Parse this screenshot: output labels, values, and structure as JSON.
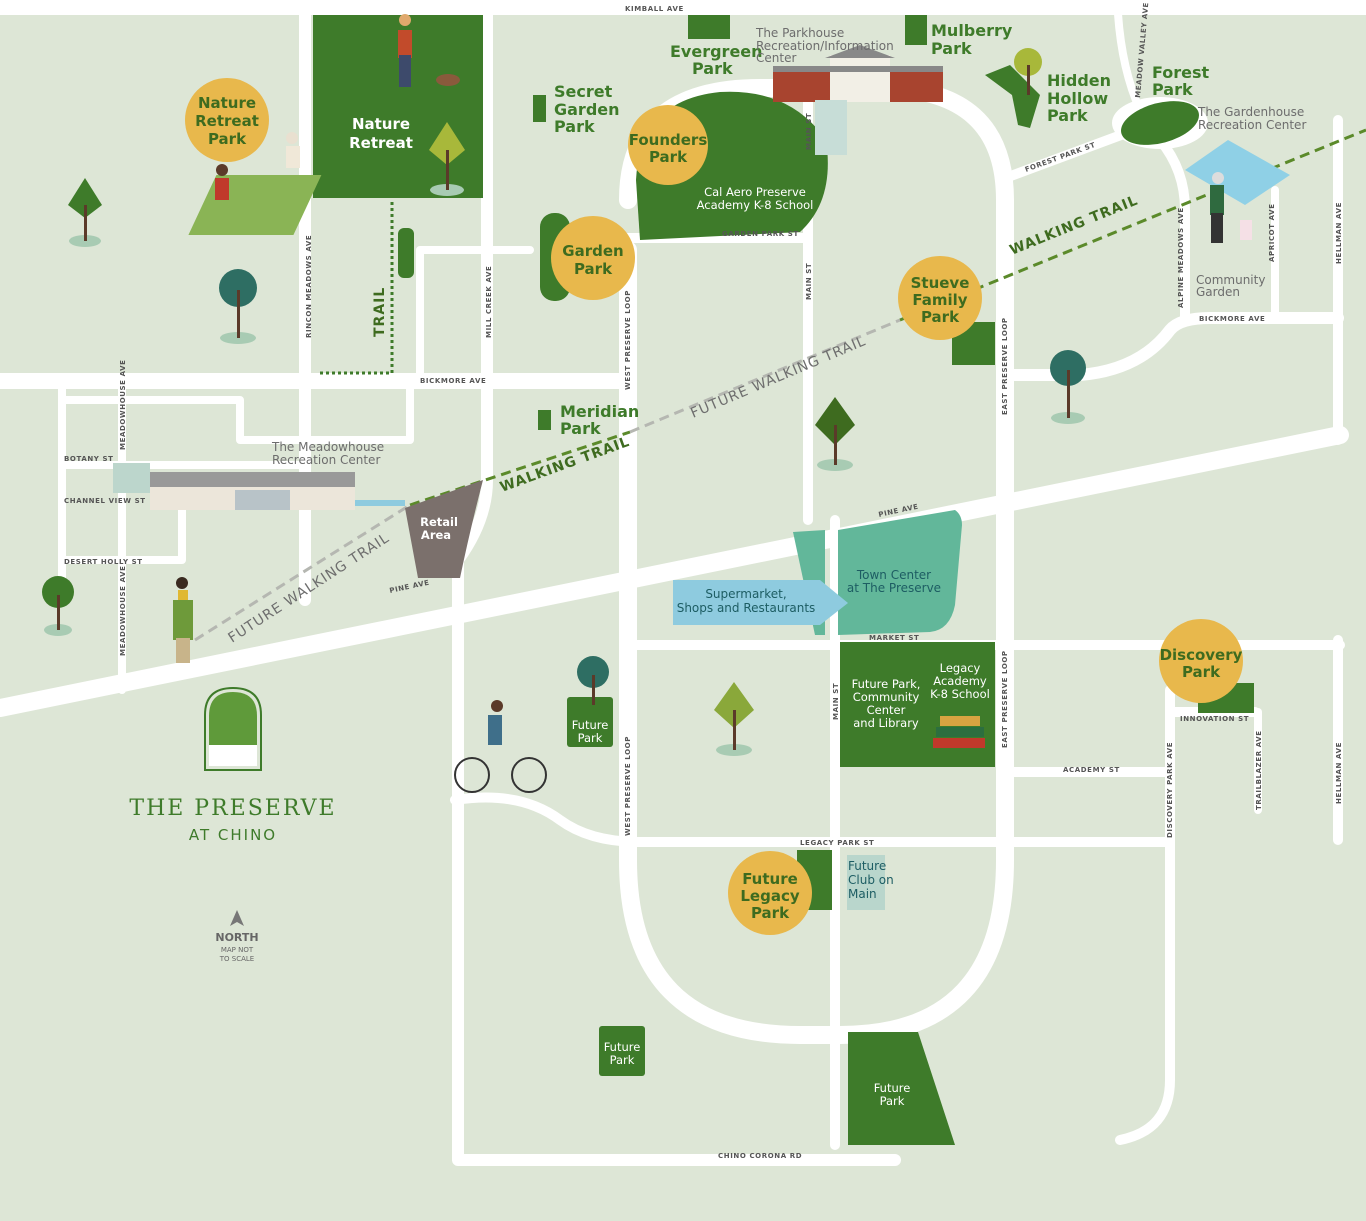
{
  "colors": {
    "background": "#dde6d6",
    "road": "#ffffff",
    "park": "#3e7b2a",
    "circle": "#e8b84c",
    "town_center": "#62b79a",
    "retail": "#7b706c",
    "supermarket": "#8ecbdf",
    "trail": "#5b8a2a",
    "future_trail": "#b9bcb6"
  },
  "streets": {
    "kimball": "KIMBALL AVE",
    "rincon": "RINCON MEADOWS AVE",
    "mill_creek": "MILL CREEK AVE",
    "bickmore_w": "BICKMORE AVE",
    "west_loop_n": "WEST PRESERVE LOOP",
    "west_loop_s": "WEST PRESERVE LOOP",
    "main_n": "MAIN ST",
    "main_mid": "MAIN ST",
    "main_s": "MAIN ST",
    "garden_park": "GARDEN PARK ST",
    "forest_park": "FOREST PARK ST",
    "meadow_valley": "MEADOW VALLEY AVE",
    "alpine": "ALPINE MEADOWS AVE",
    "apricot": "APRICOT AVE",
    "hellman_n": "HELLMAN AVE",
    "hellman_s": "HELLMAN AVE",
    "bickmore_e": "BICKMORE AVE",
    "east_loop_n": "EAST PRESERVE LOOP",
    "east_loop_s": "EAST PRESERVE LOOP",
    "pine_e": "PINE AVE",
    "pine_w": "PINE AVE",
    "market": "MARKET ST",
    "innovation": "INNOVATION ST",
    "academy": "ACADEMY ST",
    "legacy_park": "LEGACY PARK ST",
    "discovery_park": "DISCOVERY PARK AVE",
    "trailblazer": "TRAILBLAZER AVE",
    "chino_corona": "CHINO CORONA RD",
    "meadowhouse_n": "MEADOWHOUSE AVE",
    "meadowhouse_s": "MEADOWHOUSE AVE",
    "botany": "BOTANY ST",
    "channel_view": "CHANNEL VIEW ST",
    "desert_holly": "DESERT HOLLY ST"
  },
  "parks": {
    "evergreen": [
      "Evergreen",
      "Park"
    ],
    "mulberry": [
      "Mulberry",
      "Park"
    ],
    "secret_garden": [
      "Secret",
      "Garden",
      "Park"
    ],
    "hidden_hollow": [
      "Hidden",
      "Hollow",
      "Park"
    ],
    "forest": [
      "Forest",
      "Park"
    ],
    "meridian": [
      "Meridian",
      "Park"
    ],
    "nature_retreat": [
      "Nature",
      "Retreat"
    ]
  },
  "circles": {
    "nature_retreat_park": [
      "Nature",
      "Retreat",
      "Park"
    ],
    "founders": [
      "Founders",
      "Park"
    ],
    "garden": [
      "Garden",
      "Park"
    ],
    "stueve": [
      "Stueve",
      "Family",
      "Park"
    ],
    "future_legacy": [
      "Future",
      "Legacy",
      "Park"
    ],
    "discovery": [
      "Discovery",
      "Park"
    ]
  },
  "landmarks": {
    "parkhouse": [
      "The Parkhouse",
      "Recreation/Information",
      "Center"
    ],
    "gardenhouse": [
      "The Gardenhouse",
      "Recreation Center"
    ],
    "meadowhouse": [
      "The Meadowhouse",
      "Recreation Center"
    ],
    "community_garden": [
      "Community",
      "Garden"
    ],
    "school": [
      "Cal Aero Preserve",
      "Academy K-8 School"
    ],
    "retail": [
      "Retail",
      "Area"
    ],
    "town_center": [
      "Town Center",
      "at The Preserve"
    ],
    "supermarket": [
      "Supermarket,",
      "Shops and Restaurants"
    ],
    "future_park_cc": [
      "Future Park,",
      "Community",
      "Center",
      "and Library"
    ],
    "legacy_academy": [
      "Legacy",
      "Academy",
      "K-8 School"
    ],
    "future_club": [
      "Future",
      "Club on",
      "Main"
    ],
    "future_park_a": [
      "Future",
      "Park"
    ],
    "future_park_b": [
      "Future",
      "Park"
    ],
    "future_park_c": [
      "Future",
      "Park"
    ]
  },
  "trails": {
    "trail": "TRAIL",
    "walking_w": "WALKING TRAIL",
    "walking_e": "WALKING TRAIL",
    "future_w": "FUTURE WALKING TRAIL",
    "future_e": "FUTURE WALKING TRAIL"
  },
  "logo": {
    "title": "THE PRESERVE",
    "subtitle": "AT CHINO"
  },
  "north": {
    "label": "NORTH",
    "note1": "MAP NOT",
    "note2": "TO SCALE"
  }
}
